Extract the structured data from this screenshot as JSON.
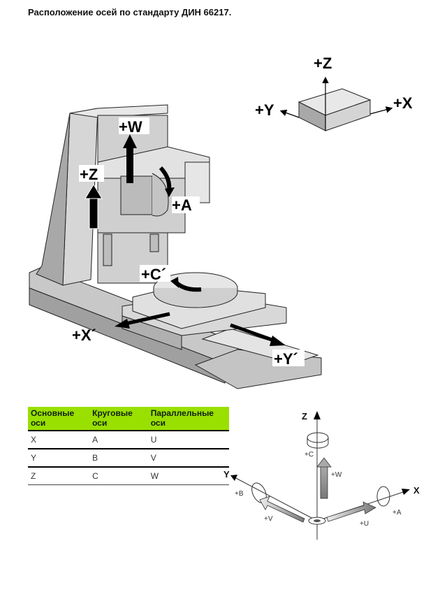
{
  "title": "Расположение осей  по стандарту ДИН 66217.",
  "workpiece_diagram": {
    "labels": {
      "z": "+Z",
      "x": "+X",
      "y": "+Y"
    }
  },
  "machine_diagram": {
    "labels": {
      "w": "+W",
      "z": "+Z",
      "a": "+A",
      "c": "+C´",
      "x": "+X´",
      "y": "+Y´"
    }
  },
  "table": {
    "headers": [
      "Основные оси",
      "Круговые оси",
      "Параллельные оси"
    ],
    "rows": [
      [
        "X",
        "A",
        "U"
      ],
      [
        "Y",
        "B",
        "V"
      ],
      [
        "Z",
        "C",
        "W"
      ]
    ],
    "header_color": "#99e000"
  },
  "axis_system": {
    "axes": {
      "z": "Z",
      "x": "X",
      "y": "Y"
    },
    "labels": {
      "c": "+C",
      "w": "+W",
      "b": "+B",
      "v": "+V",
      "a": "+A",
      "u": "+U"
    }
  }
}
